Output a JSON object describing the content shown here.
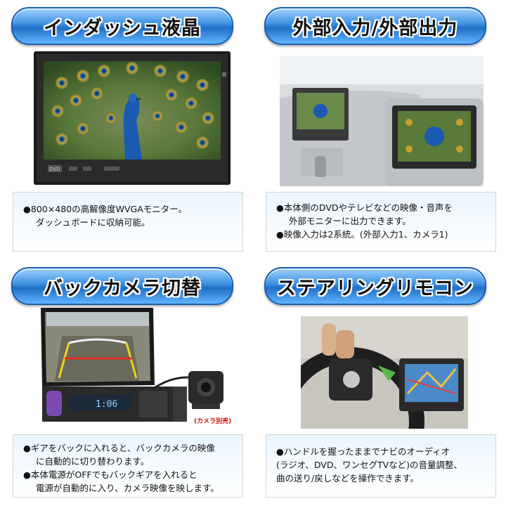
{
  "panels": [
    {
      "title": "インダッシュ液晶",
      "lines": [
        "●800×480の高解像度WVGAモニター。",
        "ダッシュボードに収納可能。"
      ]
    },
    {
      "title": "外部入力/外部出力",
      "lines": [
        "●本体側のDVDやテレビなどの映像・音声を",
        "外部モニターに出力できます。",
        "●映像入力は2系統。(外部入力1、カメラ1)"
      ]
    },
    {
      "title": "バックカメラ切替",
      "lines": [
        "●ギアをバックに入れると、バックカメラの映像",
        "に自動的に切り替わります。",
        "●本体電源がOFFでもバックギアを入れると",
        "電源が自動的に入り、カメラ映像を映します。"
      ],
      "camera_note": "(カメラ別売)"
    },
    {
      "title": "ステアリングリモコン",
      "lines": [
        "●ハンドルを握ったままでナビのオーディオ",
        "(ラジオ、DVD、ワンセグTVなど)の音量調整、",
        "曲の送り/戻しなどを操作できます。"
      ]
    }
  ],
  "device_labels": {
    "dvd": "DVD",
    "clock": "1:06"
  },
  "colors": {
    "pill_top": "#9fd2ff",
    "pill_mid": "#1f6fc6",
    "note_red": "#d01010"
  }
}
